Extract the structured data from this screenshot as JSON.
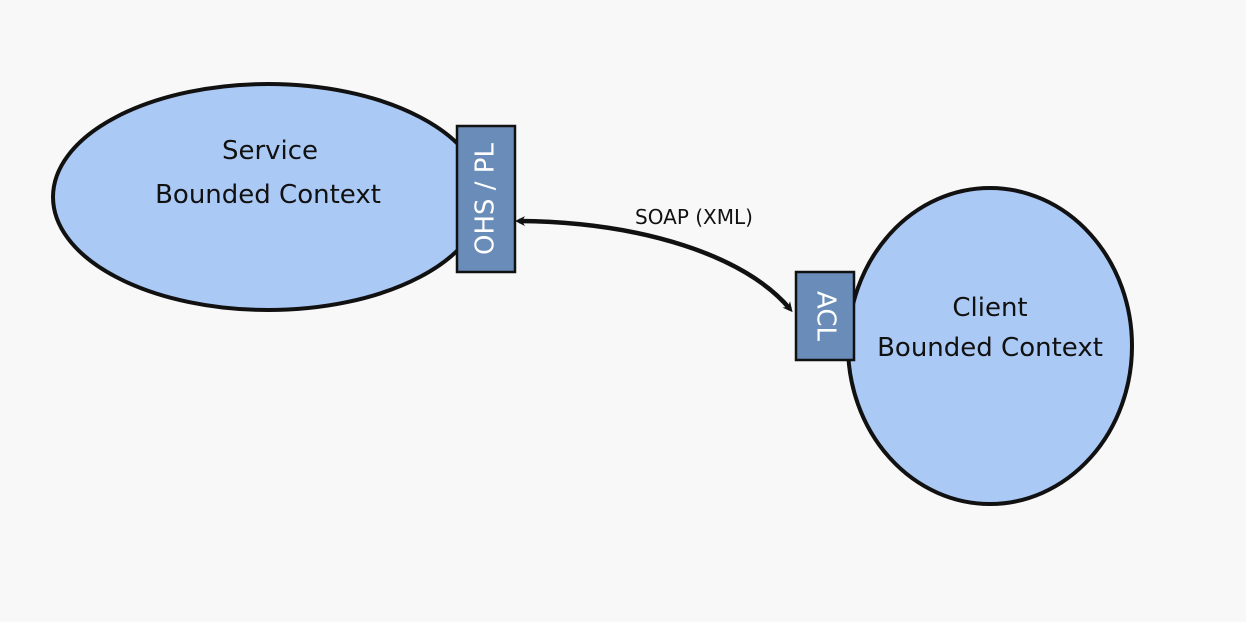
{
  "diagram": {
    "colors": {
      "background": "#f8f8f8",
      "context_fill": "#abc9f5",
      "box_fill": "#6a8cb8",
      "stroke": "#111111",
      "box_text": "#ffffff",
      "text": "#111111"
    },
    "service_context": {
      "line1": "Service",
      "line2": "Bounded Context"
    },
    "client_context": {
      "line1": "Client",
      "line2": "Bounded Context"
    },
    "service_pattern": {
      "label": "OHS / PL"
    },
    "client_pattern": {
      "label": "ACL"
    },
    "connection": {
      "label": "SOAP (XML)",
      "direction": "bidirectional"
    }
  }
}
